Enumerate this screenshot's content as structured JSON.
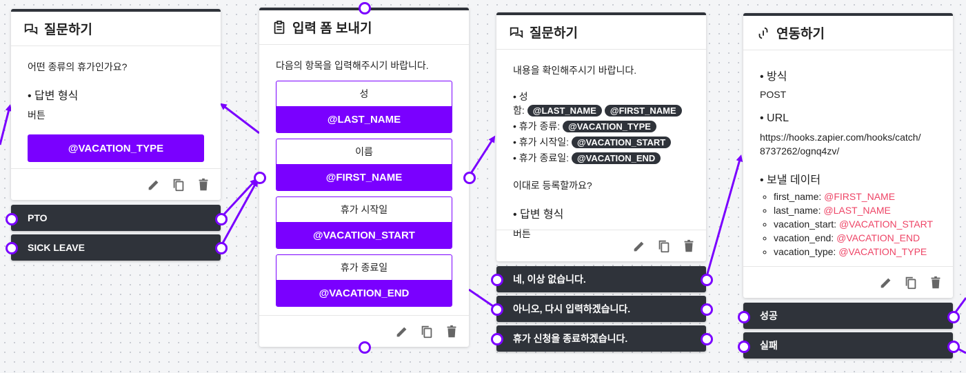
{
  "colors": {
    "accent": "#7a00ff",
    "dark": "#2f333a",
    "var_pink": "#ee4466"
  },
  "icons": {
    "ask": "chat-bubbles-icon",
    "form": "clipboard-icon",
    "link": "link-icon",
    "edit": "pencil-icon",
    "copy": "copy-icon",
    "delete": "trash-icon"
  },
  "card1": {
    "title": "질문하기",
    "question": "어떤 종류의 휴가인가요?",
    "answer_label": "• 답변 형식",
    "answer_type": "버튼",
    "variable": "@VACATION_TYPE",
    "options": [
      "PTO",
      "SICK LEAVE"
    ]
  },
  "card2": {
    "title": "입력 폼 보내기",
    "intro": "다음의 항목을 입력해주시기 바랍니다.",
    "fields": [
      {
        "label": "성",
        "var": "@LAST_NAME"
      },
      {
        "label": "이름",
        "var": "@FIRST_NAME"
      },
      {
        "label": "휴가 시작일",
        "var": "@VACATION_START"
      },
      {
        "label": "휴가 종료일",
        "var": "@VACATION_END"
      }
    ]
  },
  "card3": {
    "title": "질문하기",
    "intro": "내용을 확인해주시기 바랍니다.",
    "lines": [
      {
        "label": "• 성함:",
        "tags": [
          "@LAST_NAME",
          "@FIRST_NAME"
        ]
      },
      {
        "label": "• 휴가 종류:",
        "tags": [
          "@VACATION_TYPE"
        ]
      },
      {
        "label": "• 휴가 시작일:",
        "tags": [
          "@VACATION_START"
        ]
      },
      {
        "label": "• 휴가 종료일:",
        "tags": [
          "@VACATION_END"
        ]
      }
    ],
    "confirm": "이대로 등록할까요?",
    "answer_label": "• 답변 형식",
    "answer_type": "버튼",
    "options": [
      "네, 이상 없습니다.",
      "아니오, 다시 입력하겠습니다.",
      "휴가 신청을 종료하겠습니다."
    ]
  },
  "card4": {
    "title": "연동하기",
    "method_label": "• 방식",
    "method": "POST",
    "url_label": "• URL",
    "url_line1": "https://hooks.zapier.com/hooks/catch/",
    "url_line2": "8737262/ognq4zv/",
    "data_label": "• 보낼 데이터",
    "data": [
      {
        "key": "first_name:",
        "val": "@FIRST_NAME"
      },
      {
        "key": "last_name:",
        "val": "@LAST_NAME"
      },
      {
        "key": "vacation_start:",
        "val": "@VACATION_START"
      },
      {
        "key": "vacation_end:",
        "val": "@VACATION_END"
      },
      {
        "key": "vacation_type:",
        "val": "@VACATION_TYPE"
      }
    ],
    "options": [
      "성공",
      "실패"
    ]
  }
}
